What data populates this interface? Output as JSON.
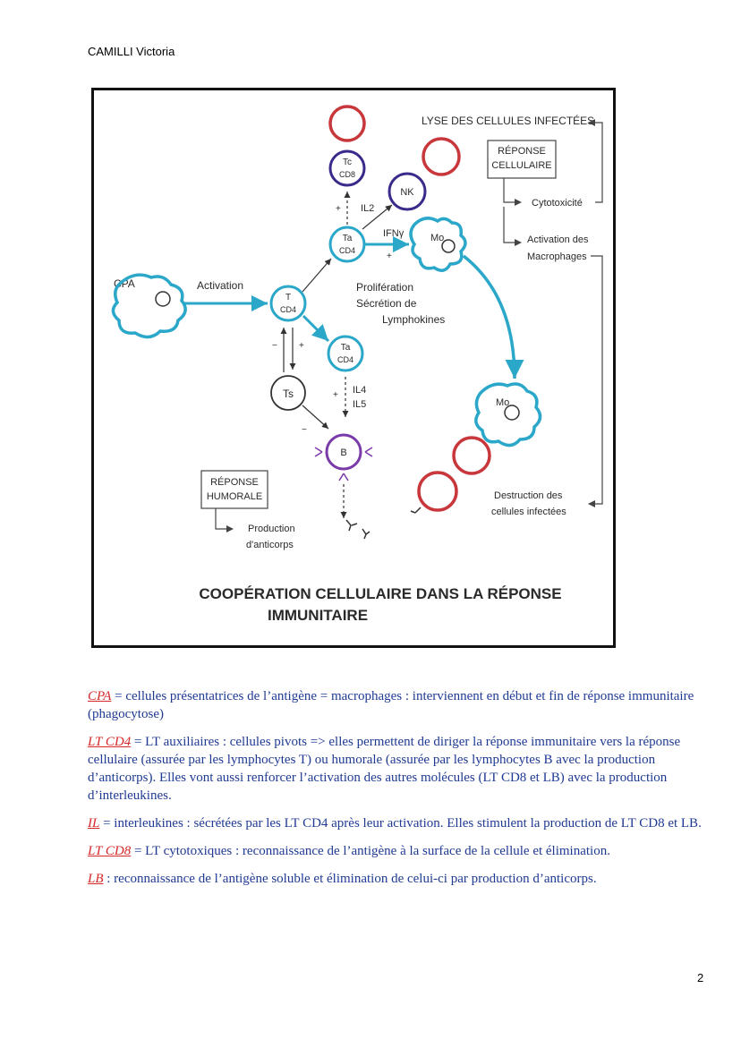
{
  "header": {
    "author": "CAMILLI Victoria"
  },
  "diagram": {
    "title_line1": "COOPÉRATION CELLULAIRE DANS LA RÉPONSE",
    "title_line2": "IMMUNITAIRE",
    "lyse": "LYSE DES CELLULES INFECTÉES",
    "reponse_cellulaire_line1": "RÉPONSE",
    "reponse_cellulaire_line2": "CELLULAIRE",
    "cytotoxicite": "Cytotoxicité",
    "activation_macrophages_line1": "Activation des",
    "activation_macrophages_line2": "Macrophages",
    "cpa": "CPA",
    "activation": "Activation",
    "t_line1": "T",
    "t_line2": "CD4",
    "tc_line1": "Tc",
    "tc_line2": "CD8",
    "th_line1": "Ta",
    "th_line2": "CD4",
    "nk": "NK",
    "il2": "IL2",
    "ifn": "IFNγ",
    "mo": "Mo",
    "proliferation_line1": "Prolifération",
    "proliferation_line2": "Sécrétion de",
    "proliferation_line3": "Lymphokines",
    "ts": "Ts",
    "il4": "IL4",
    "il5": "IL5",
    "b": "B",
    "plus": "+",
    "minus": "−",
    "reponse_humorale_line1": "RÉPONSE",
    "reponse_humorale_line2": "HUMORALE",
    "production_line1": "Production",
    "production_line2": "d'anticorps",
    "destruction_line1": "Destruction des",
    "destruction_line2": "cellules infectées"
  },
  "definitions": [
    {
      "term": "CPA",
      "text": " = cellules présentatrices de l’antigène = macrophages : interviennent en début et fin de réponse immunitaire (phagocytose)"
    },
    {
      "term": "LT CD4",
      "text": " = LT auxiliaires : cellules pivots => elles permettent de diriger la réponse immunitaire vers la réponse cellulaire (assurée par les lymphocytes T) ou humorale (assurée par les lymphocytes B avec la production d’anticorps). Elles vont aussi renforcer l’activation des autres molécules (LT CD8 et LB) avec la production d’interleukines."
    },
    {
      "term": "IL",
      "text": " = interleukines : sécrétées par les LT CD4 après leur activation. Elles stimulent la production de LT CD8 et LB."
    },
    {
      "term": "LT CD8",
      "text": " = LT cytotoxiques : reconnaissance de l’antigène à la surface de la cellule et élimination."
    },
    {
      "term": "LB",
      "text": " : reconnaissance de l’antigène soluble et élimination de celui-ci par production d’anticorps."
    }
  ],
  "footer": {
    "page_number": "2"
  },
  "colors": {
    "cyan": "#2aa7c9",
    "red": "#c8373c",
    "purple": "#3a2a8a",
    "link_blue": "#1f3a93",
    "term_red": "#d62828"
  }
}
